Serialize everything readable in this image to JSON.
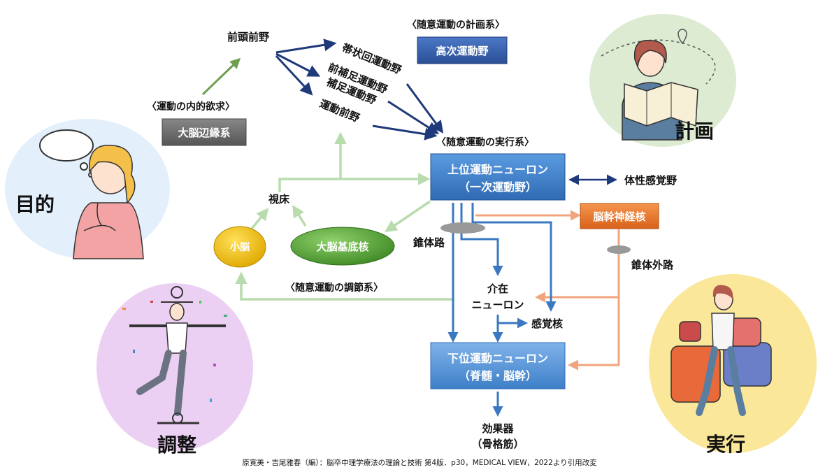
{
  "labels": {
    "purpose": "目的",
    "plan": "計画",
    "adjust": "調整",
    "execute": "実行"
  },
  "nodes": {
    "frontal": "前頭前野",
    "limbic_caption": "〈運動の内的欲求〉",
    "limbic": "大脳辺縁系",
    "planning_caption": "〈随意運動の計画系〉",
    "higher_motor": "高次運動野",
    "cingulate": "帯状回運動野",
    "premotor_supp": "前補足運動野",
    "supp_motor": "補足運動野",
    "premotor": "運動前野",
    "exec_caption": "〈随意運動の実行系〉",
    "upper_neuron_1": "上位運動ニューロン",
    "upper_neuron_2": "（一次運動野）",
    "somatosensory": "体性感覚野",
    "thalamus": "視床",
    "cerebellum": "小脳",
    "basal_ganglia": "大脳基底核",
    "brainstem_nuclei": "脳幹神経核",
    "pyramidal": "錐体路",
    "extrapyramidal": "錐体外路",
    "regulation_caption": "〈随意運動の調節系〉",
    "interneuron_1": "介在",
    "interneuron_2": "ニューロン",
    "sensory_nucleus": "感覚核",
    "lower_neuron_1": "下位運動ニューロン",
    "lower_neuron_2": "（脊髄・脳幹）",
    "effector_1": "効果器",
    "effector_2": "（骨格筋）"
  },
  "citation": "原寛美・吉尾雅春（編）：脳卒中理学療法の理論と技術 第4版．p30，MEDICAL VIEW，2022より引用改変",
  "colors": {
    "navy": "#1f3a7a",
    "blue": "#3a78c2",
    "light_green": "#b9dcae",
    "green": "#6e9f4e",
    "orange": "#f2a57d",
    "gray_box": "#6b6b6b",
    "cerebellum": "#f5c400",
    "basal_ganglia": "#5aa83d",
    "brainstem": "#e8762a"
  }
}
